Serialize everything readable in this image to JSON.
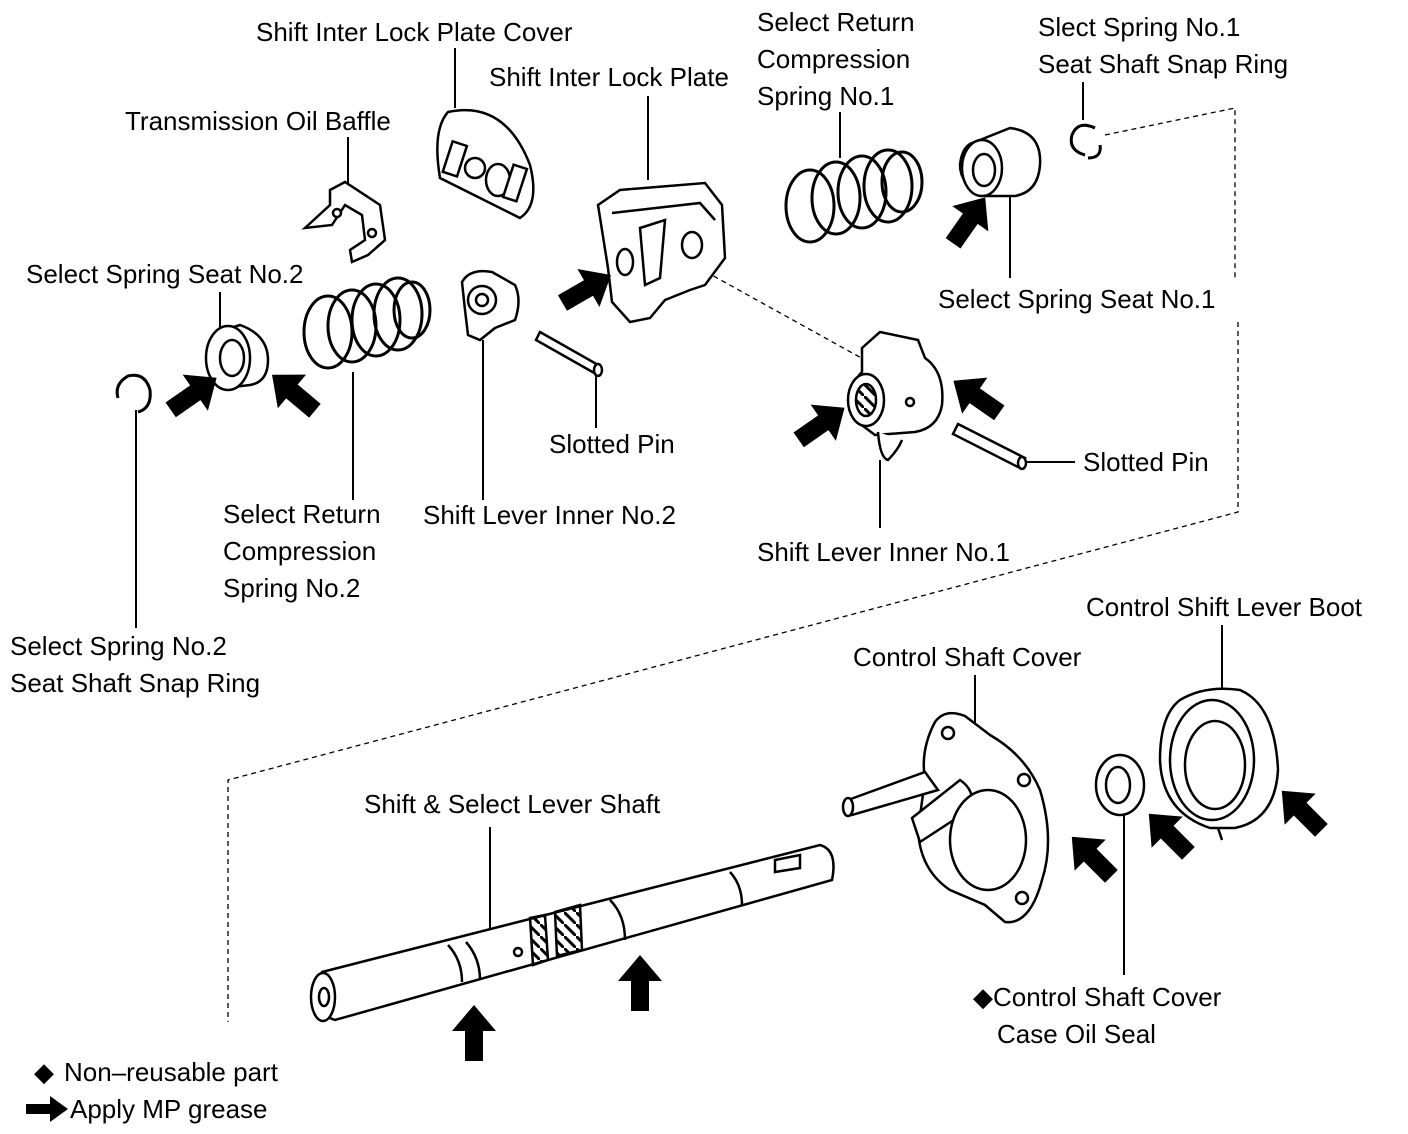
{
  "labels": {
    "shift_inter_lock_plate_cover": "Shift Inter Lock Plate Cover",
    "shift_inter_lock_plate": "Shift Inter Lock Plate",
    "transmission_oil_baffle": "Transmission Oil Baffle",
    "select_return_compression_spring_1": [
      "Select Return",
      "Compression",
      "Spring No.1"
    ],
    "select_spring_1_snap_ring": [
      "Slect Spring No.1",
      "Seat Shaft Snap Ring"
    ],
    "select_spring_seat_2": "Select Spring Seat No.2",
    "select_spring_seat_1": "Select Spring Seat No.1",
    "slotted_pin_a": "Slotted Pin",
    "slotted_pin_b": "Slotted Pin",
    "select_return_compression_spring_2": [
      "Select Return",
      "Compression",
      "Spring No.2"
    ],
    "shift_lever_inner_2": "Shift Lever Inner No.2",
    "shift_lever_inner_1": "Shift Lever Inner No.1",
    "select_spring_2_snap_ring": [
      "Select Spring No.2",
      "Seat Shaft Snap Ring"
    ],
    "control_shift_lever_boot": "Control Shift Lever Boot",
    "control_shaft_cover": "Control Shaft Cover",
    "shift_select_lever_shaft": "Shift & Select Lever Shaft",
    "control_shaft_cover_oil_seal": [
      "◆Control Shaft Cover",
      "Case Oil Seal"
    ]
  },
  "legend": {
    "non_reusable_symbol": "◆",
    "non_reusable_text": "Non–reusable part",
    "grease_symbol": "grease-arrow-icon",
    "grease_text": "Apply MP grease"
  },
  "colors": {
    "line": "#000000",
    "background": "#ffffff"
  }
}
